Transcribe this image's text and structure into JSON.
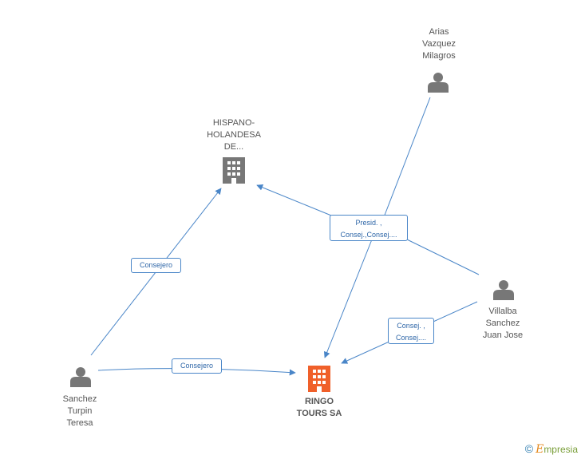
{
  "nodes": {
    "arias": {
      "lines": [
        "Arias",
        "Vazquez",
        "Milagros"
      ],
      "type": "person"
    },
    "hispano": {
      "lines": [
        "HISPANO-",
        "HOLANDESA",
        "DE..."
      ],
      "type": "company"
    },
    "villalba": {
      "lines": [
        "Villalba",
        "Sanchez",
        "Juan Jose"
      ],
      "type": "person"
    },
    "sanchez": {
      "lines": [
        "Sanchez",
        "Turpin",
        "Teresa"
      ],
      "type": "person"
    },
    "ringo": {
      "lines": [
        "RINGO",
        "TOURS SA"
      ],
      "type": "company-main"
    }
  },
  "edge_labels": {
    "sanchez_hispano": [
      "Consejero"
    ],
    "sanchez_ringo": [
      "Consejero"
    ],
    "arias_group": [
      "Presid. ,",
      "Consej.,Consej...."
    ],
    "villalba_ringo": [
      "Consej. ,",
      "Consej...."
    ]
  },
  "colors": {
    "edge": "#4a86c8",
    "person_icon": "#777777",
    "company_icon": "#777777",
    "main_company_icon": "#f0602a"
  },
  "watermark": {
    "symbol": "©",
    "brand_initial": "E",
    "brand_rest": "mpresia"
  }
}
